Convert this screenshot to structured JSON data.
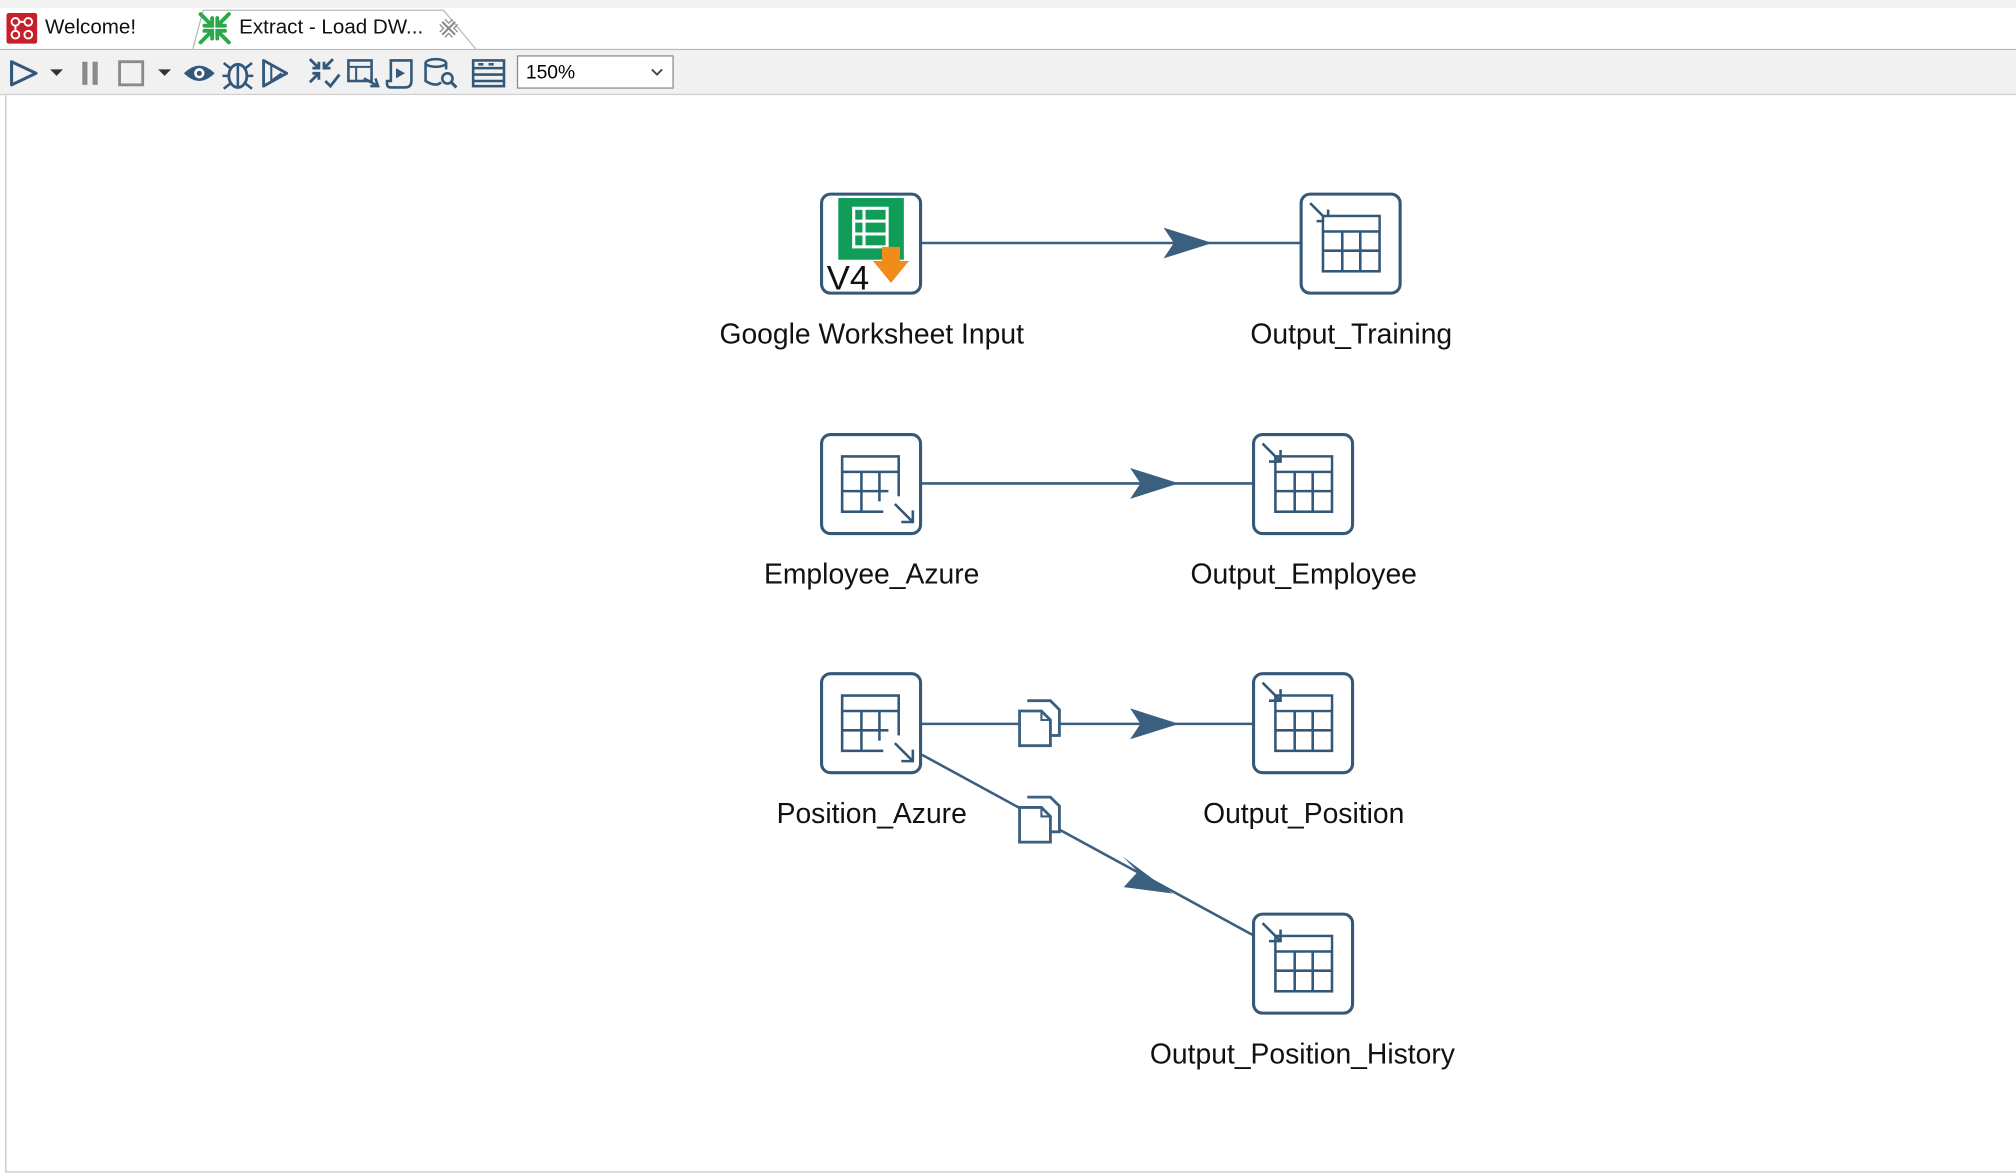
{
  "tabs": [
    {
      "label": "Welcome!"
    },
    {
      "label": "Extract - Load DW..."
    }
  ],
  "toolbar": {
    "icons": [
      "run-icon",
      "run-dropdown-icon",
      "pause-icon",
      "stop-icon",
      "stop-dropdown-icon",
      "preview-icon",
      "debug-icon",
      "replay-icon",
      "verify-icon",
      "impact-icon",
      "sql-icon",
      "explore-db-icon",
      "show-results-icon"
    ],
    "zoom": "150%"
  },
  "steps": [
    {
      "label": "Google Worksheet Input",
      "type": "google-sheet-input",
      "badge": "V4"
    },
    {
      "label": "Output_Training",
      "type": "table-output"
    },
    {
      "label": "Employee_Azure",
      "type": "table-input"
    },
    {
      "label": "Output_Employee",
      "type": "table-output"
    },
    {
      "label": "Position_Azure",
      "type": "table-input"
    },
    {
      "label": "Output_Position",
      "type": "table-output"
    },
    {
      "label": "Output_Position_History",
      "type": "table-output"
    }
  ],
  "hops": [
    {
      "from": "Google Worksheet Input",
      "to": "Output_Training",
      "copy": false
    },
    {
      "from": "Employee_Azure",
      "to": "Output_Employee",
      "copy": false
    },
    {
      "from": "Position_Azure",
      "to": "Output_Position",
      "copy": true
    },
    {
      "from": "Position_Azure",
      "to": "Output_Position_History",
      "copy": true
    }
  ],
  "colors": {
    "accent": "#33587a",
    "hop": "#3b5f7f",
    "sheet-green": "#109d58",
    "arrow-orange": "#f08c1a"
  }
}
